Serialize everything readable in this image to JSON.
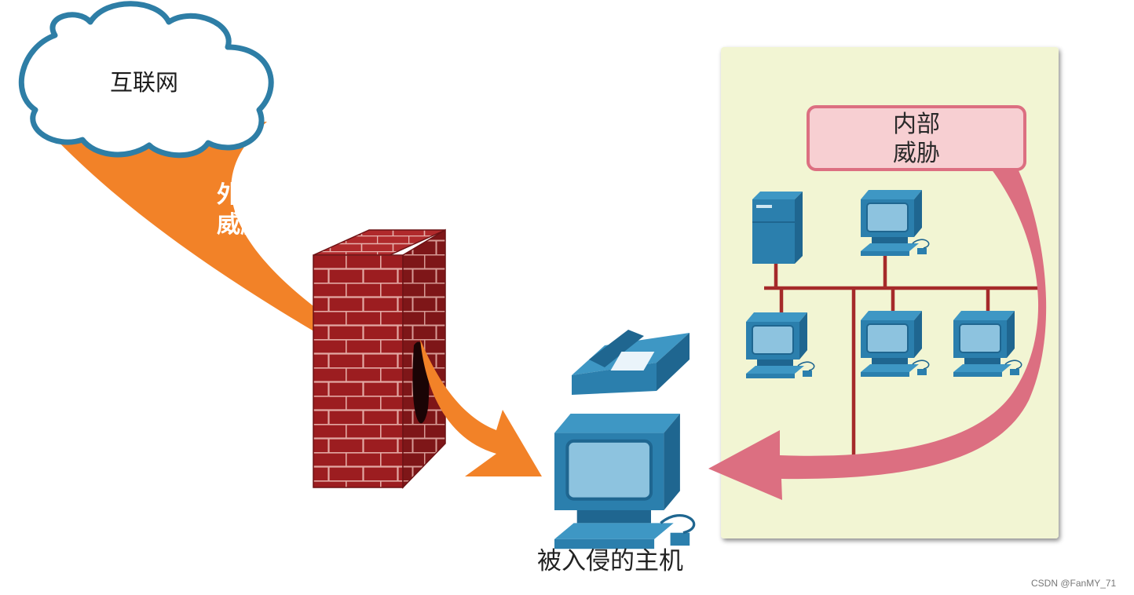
{
  "diagram": {
    "internet_label": "互联网",
    "external_threat_label": [
      "外部",
      "威胁"
    ],
    "internal_threat_label": [
      "内部",
      "威胁"
    ],
    "compromised_host_label": "被入侵的主机",
    "watermark": "CSDN @FanMY_71",
    "colors": {
      "cloud_stroke": "#2e7ea6",
      "external_arrow": "#f28228",
      "internal_arrow": "#dc6f81",
      "lan_panel": "#f2f5d3",
      "firewall_brick": "#9c1d20",
      "network_line": "#a52a2a",
      "device_blue": "#2b7fad"
    },
    "icons": [
      "cloud-icon",
      "firewall-icon",
      "phone-icon",
      "computer-icon",
      "server-icon",
      "workstation-icon"
    ]
  }
}
